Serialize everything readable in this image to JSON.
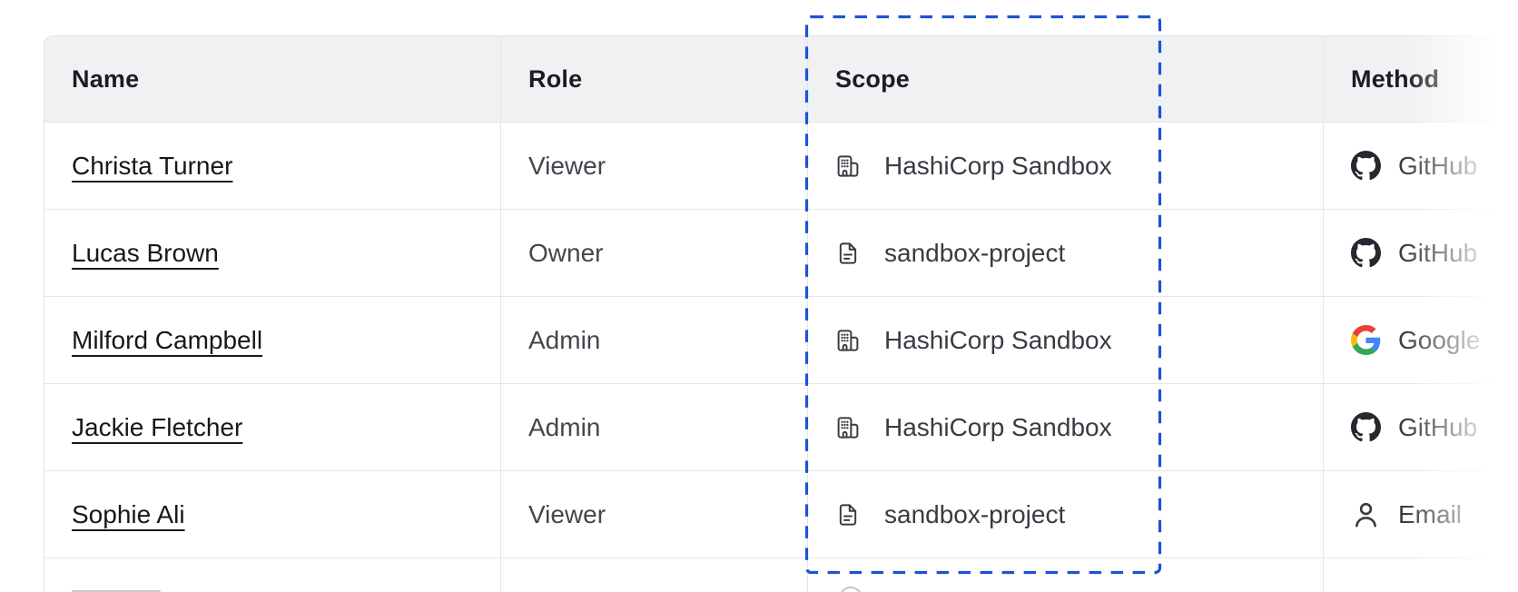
{
  "table": {
    "columns": [
      {
        "key": "name",
        "label": "Name"
      },
      {
        "key": "role",
        "label": "Role"
      },
      {
        "key": "scope",
        "label": "Scope"
      },
      {
        "key": "method",
        "label": "Method"
      }
    ],
    "rows": [
      {
        "name": "Christa Turner",
        "role": "Viewer",
        "scope": {
          "icon": "org-icon",
          "label": "HashiCorp Sandbox"
        },
        "method": {
          "icon": "github-icon",
          "label": "GitHub"
        }
      },
      {
        "name": "Lucas Brown",
        "role": "Owner",
        "scope": {
          "icon": "file-icon",
          "label": "sandbox-project"
        },
        "method": {
          "icon": "github-icon",
          "label": "GitHub"
        }
      },
      {
        "name": "Milford Campbell",
        "role": "Admin",
        "scope": {
          "icon": "org-icon",
          "label": "HashiCorp Sandbox"
        },
        "method": {
          "icon": "google-icon",
          "label": "Google"
        }
      },
      {
        "name": "Jackie Fletcher",
        "role": "Admin",
        "scope": {
          "icon": "org-icon",
          "label": "HashiCorp Sandbox"
        },
        "method": {
          "icon": "github-icon",
          "label": "GitHub"
        }
      },
      {
        "name": "Sophie Ali",
        "role": "Viewer",
        "scope": {
          "icon": "file-icon",
          "label": "sandbox-project"
        },
        "method": {
          "icon": "person-icon",
          "label": "Email"
        }
      }
    ]
  },
  "annotation": {
    "highlighted_column": "Scope",
    "style": "dashed-rectangle",
    "color": "#1a53d8"
  },
  "colors": {
    "header_bg": "#f0f1f3",
    "border": "#e5e6e9",
    "header_text": "#1b1d22",
    "body_text": "#43464d",
    "link_text": "#17181c",
    "github_icon": "#24292f"
  }
}
